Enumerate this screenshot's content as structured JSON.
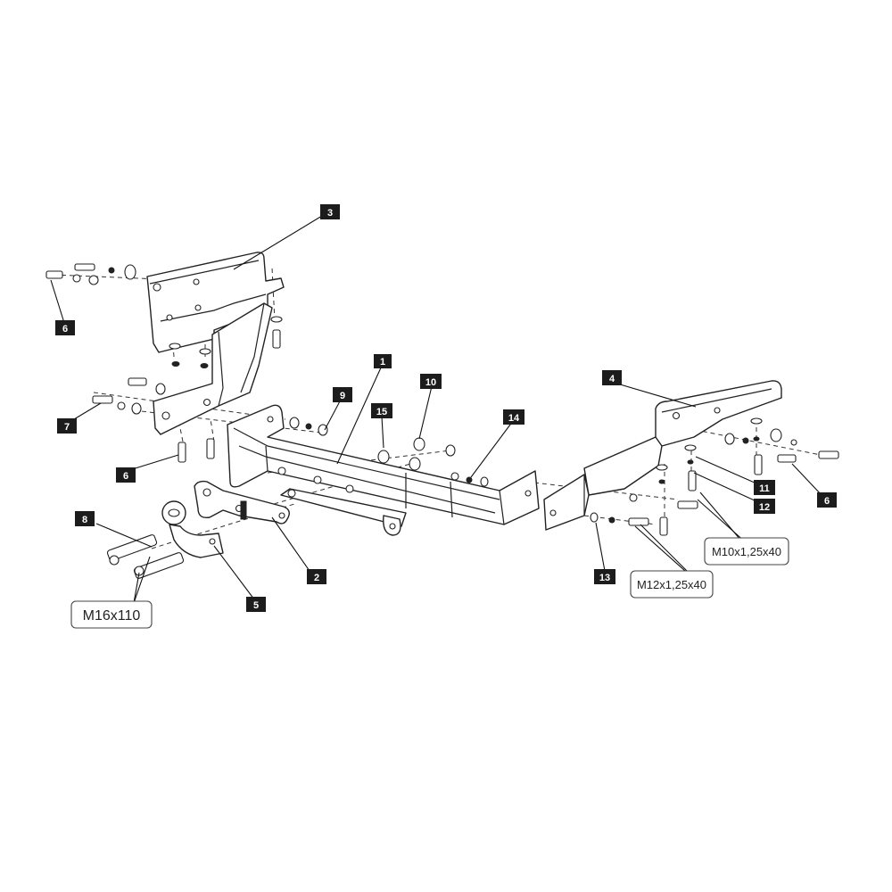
{
  "labels": {
    "p1": "1",
    "p2": "2",
    "p3": "3",
    "p4": "4",
    "p5": "5",
    "p6a": "6",
    "p6b": "6",
    "p6c": "6",
    "p7": "7",
    "p8": "8",
    "p9": "9",
    "p10": "10",
    "p11": "11",
    "p12": "12",
    "p13": "13",
    "p14": "14",
    "p15": "15"
  },
  "specs": {
    "bolt_m16": "M16x110",
    "bolt_m12": "M12x1,25x40",
    "bolt_m10": "M10x1,25x40"
  },
  "colors": {
    "line": "#222222",
    "tag_fill": "#1c1c1c",
    "tag_text": "#ffffff"
  }
}
